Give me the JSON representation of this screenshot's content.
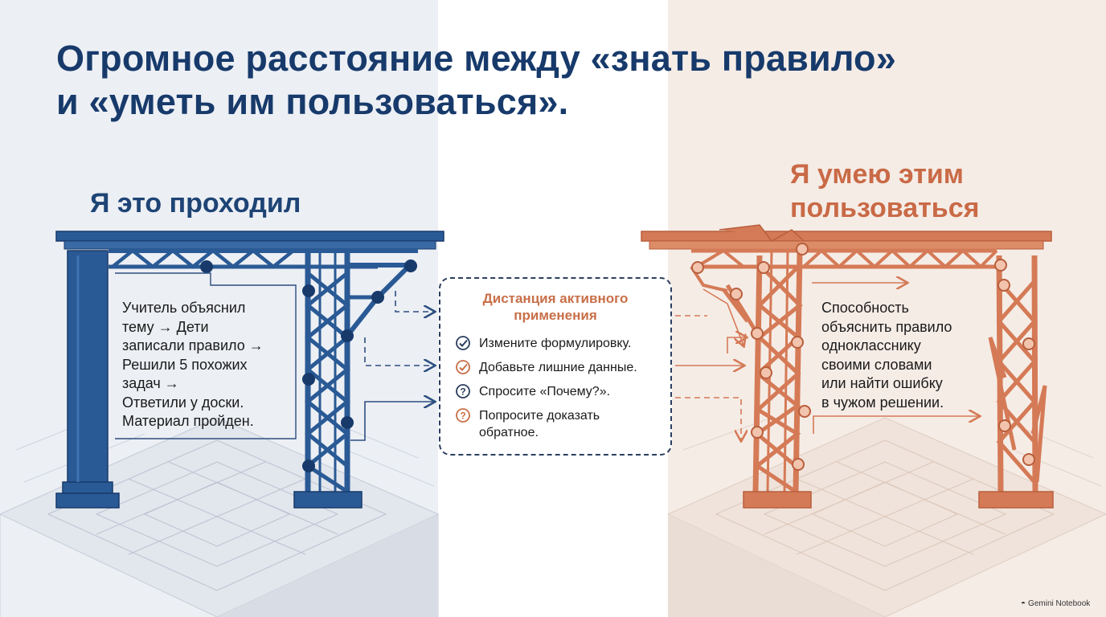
{
  "title": {
    "line1": "Огромное расстояние между «знать правило»",
    "line2": "и «уметь им пользоваться»."
  },
  "left": {
    "label": "Я это проходил",
    "lines": [
      "Учитель объяснил",
      "тему → Дети",
      "записали правило →",
      "Решили 5 похожих",
      "задач →",
      "Ответили у доски.",
      "Материал пройден."
    ]
  },
  "right": {
    "label_line1": "Я умею этим",
    "label_line2": "пользоваться",
    "lines": [
      "Способность",
      "объяснить правило",
      "однокласснику",
      "своими словами",
      "или найти ошибку",
      "в чужом решении."
    ]
  },
  "center": {
    "title_line1": "Дистанция активного",
    "title_line2": "применения",
    "items": [
      {
        "icon": "check-circle-icon",
        "color": "#2c3e5f",
        "lines": [
          "Измените формулировку."
        ]
      },
      {
        "icon": "check-circle-icon",
        "color": "#c86f48",
        "lines": [
          "Добавьте лишние данные."
        ]
      },
      {
        "icon": "question-circle-icon",
        "color": "#2c3e5f",
        "lines": [
          "Спросите «Почему?»."
        ]
      },
      {
        "icon": "question-circle-icon",
        "color": "#c86f48",
        "lines": [
          "Попросите доказать",
          "обратное."
        ]
      }
    ]
  },
  "colors": {
    "blue": "#2a5a95",
    "blue_dark": "#173a6b",
    "orange": "#d57a56",
    "orange_dark": "#b85e3c"
  },
  "watermark": "Gemini Notebook"
}
